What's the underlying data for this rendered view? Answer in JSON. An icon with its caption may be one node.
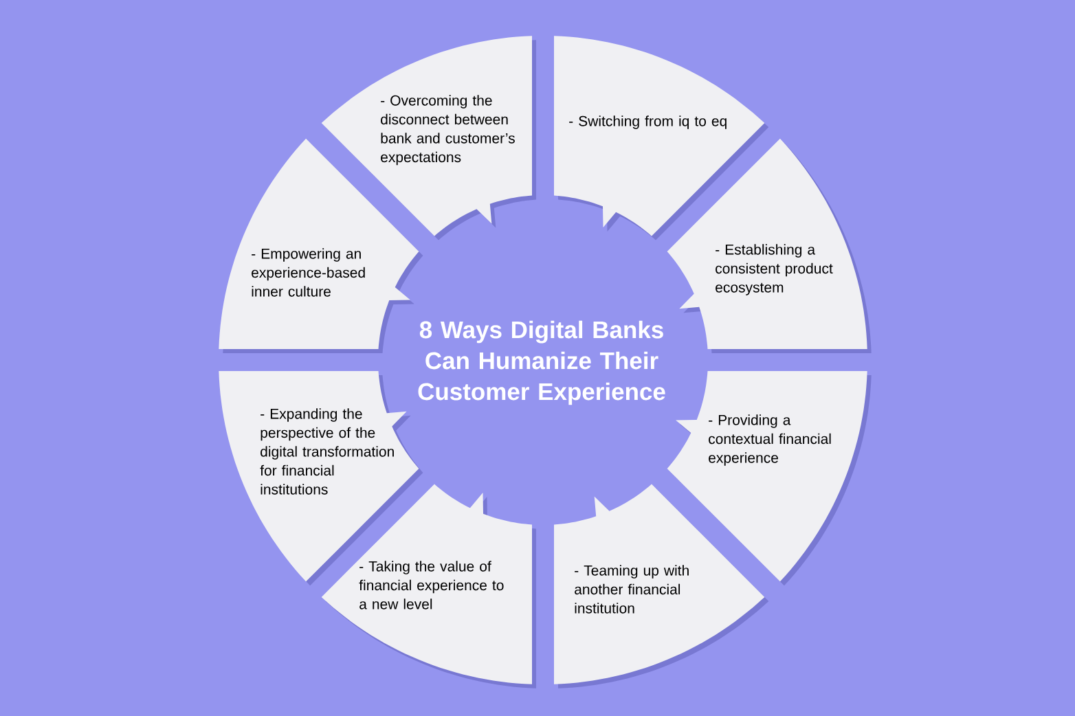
{
  "diagram": {
    "title": "8 Ways Digital Banks Can Humanize Their Customer Experience",
    "nodes": [
      {
        "text": [
          "- Overcoming the disconnect between bank and customer’s expectations"
        ]
      },
      {
        "text": [
          "- Switching from iq to eq"
        ]
      },
      {
        "text": [
          "- Establishing a consistent product ecosystem"
        ]
      },
      {
        "text": [
          "- Providing a contextual financial experience"
        ]
      },
      {
        "text": [
          "- Teaming up with another financial institution"
        ]
      },
      {
        "text": [
          "- Taking the value of financial experience to a new level"
        ]
      },
      {
        "text": [
          "- Expanding the perspective of the digital transformation for financial institutions"
        ]
      },
      {
        "text": [
          "- Empowering an experience-based inner culture"
        ]
      }
    ]
  }
}
